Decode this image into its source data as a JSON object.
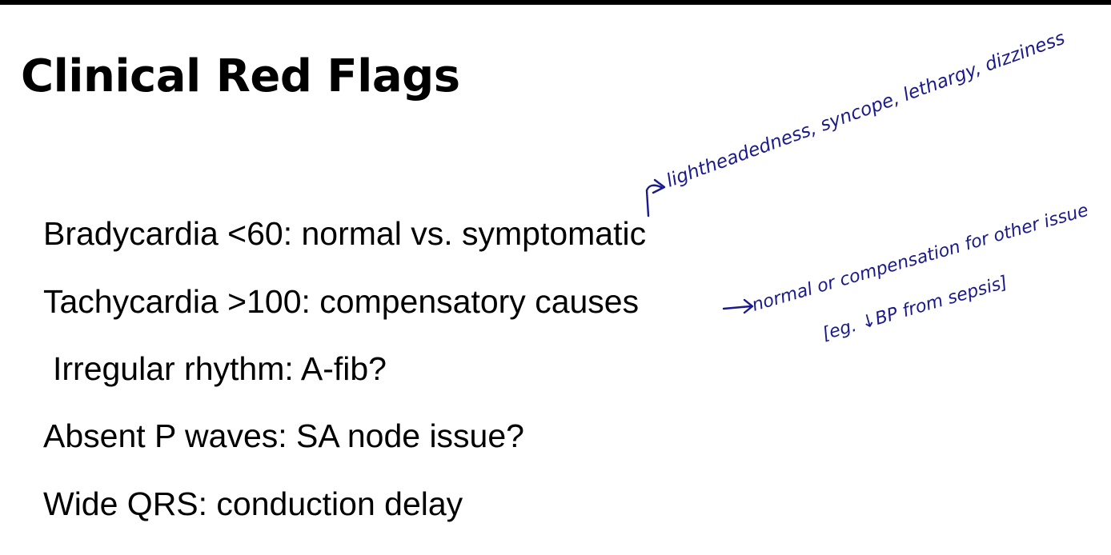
{
  "slide": {
    "title": "Clinical Red Flags",
    "bullets": [
      "Bradycardia <60: normal vs. symptomatic",
      "Tachycardia >100: compensatory causes",
      "Irregular rhythm: A-fib?",
      "Absent P waves: SA node issue?",
      "Wide QRS: conduction delay"
    ]
  },
  "annotations": {
    "ink_color": "#1a1a8c",
    "note_symptoms": "lightheadedness, syncope, lethargy, dizziness",
    "note_tachy_line1": "normal or compensation for other issue",
    "note_tachy_line2": "[eg. ↓BP from sepsis]"
  }
}
